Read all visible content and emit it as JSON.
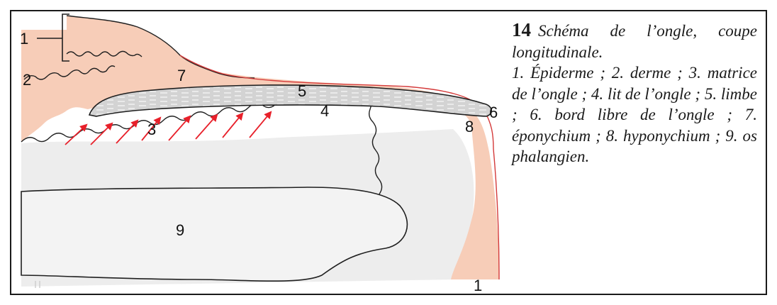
{
  "figure": {
    "labels": {
      "l1_top": "1",
      "l2": "2",
      "l3": "3",
      "l4": "4",
      "l5": "5",
      "l6": "6",
      "l7": "7",
      "l8": "8",
      "l9": "9",
      "l1_bottom": "1"
    },
    "colors": {
      "skin": "#f6cdb6",
      "bone": "#ebebeb",
      "nail": "#cfcfcf",
      "arrows": "#e8202a",
      "outline": "#1f1f1f"
    }
  },
  "caption": {
    "number": "14",
    "title": "Schéma de l’ongle, coupe longitudinale.",
    "legend": "1. Épiderme ; 2. derme ; 3. matrice de l’ongle ; 4. lit de l’ongle ; 5. limbe ; 6. bord libre de l’ongle ; 7. éponychium ; 8. hyponychium ; 9. os phalangien."
  }
}
